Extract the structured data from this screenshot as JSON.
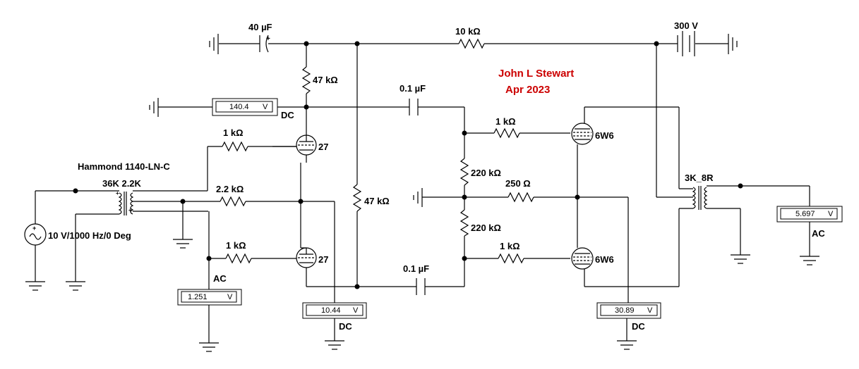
{
  "author": {
    "name": "John L Stewart",
    "date": "Apr 2023",
    "color": "#cc0000"
  },
  "labels": {
    "cap_40uF": "40 µF",
    "res_10k": "10 kΩ",
    "batt_300V": "300 V",
    "res_47k_top": "47 kΩ",
    "cap_01uF_top": "0.1 µF",
    "res_1k_g1": "1 kΩ",
    "tube_27_top": "27",
    "transformer_name": "Hammond 1140-LN-C",
    "transformer_ratio": "36K 2.2K",
    "res_22k": "2.2 kΩ",
    "res_47k_mid": "47 kΩ",
    "res_1k_g2": "1 kΩ",
    "tube_27_bot": "27",
    "source": "10 V/1000 Hz/0 Deg",
    "cap_01uF_bot": "0.1 µF",
    "res_1k_r1": "1 kΩ",
    "tube_6w6_top": "6W6",
    "res_220k_top": "220 kΩ",
    "res_250": "250 Ω",
    "res_220k_bot": "220 kΩ",
    "res_1k_r2": "1 kΩ",
    "tube_6w6_bot": "6W6",
    "out_transformer": "3K_8R"
  },
  "meters": {
    "m1": {
      "value": "140.4",
      "unit": "V",
      "mode": "DC"
    },
    "m2": {
      "value": "1.251",
      "unit": "V",
      "mode": "AC"
    },
    "m3": {
      "value": "10.44",
      "unit": "V",
      "mode": "DC"
    },
    "m4": {
      "value": "30.89",
      "unit": "V",
      "mode": "DC"
    },
    "m5": {
      "value": "5.697",
      "unit": "V",
      "mode": "AC"
    }
  }
}
